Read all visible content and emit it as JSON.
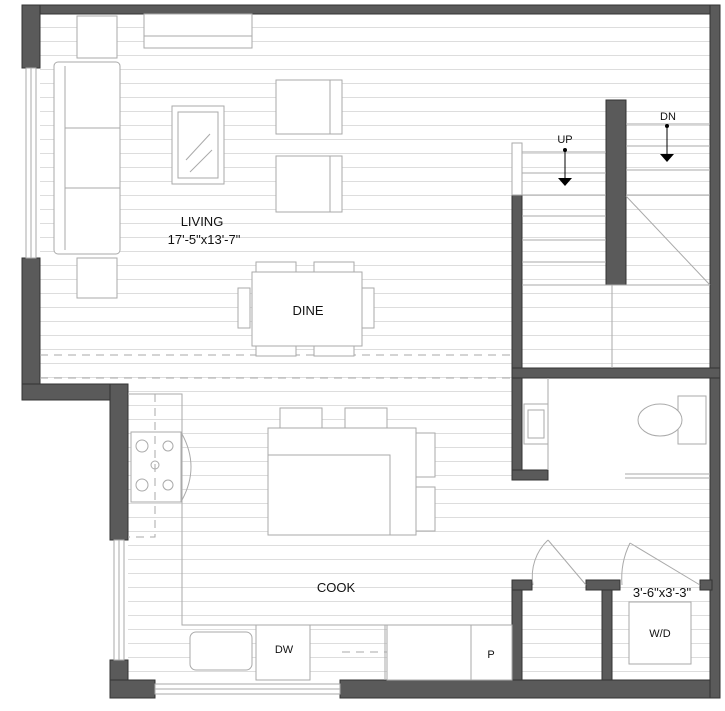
{
  "plan": {
    "rooms": {
      "living": {
        "name": "LIVING",
        "dimensions": "17'-5\"x13'-7\""
      },
      "dine": {
        "name": "DINE"
      },
      "cook": {
        "name": "COOK"
      },
      "laundry_dimensions": "3'-6\"x3'-3\""
    },
    "stairs": {
      "up": "UP",
      "down": "DN"
    },
    "appliances": {
      "dishwasher": "DW",
      "pantry": "P",
      "washer_dryer": "W/D"
    },
    "colors": {
      "wall": "#5a5a5a",
      "line": "#aaaaaa"
    }
  }
}
